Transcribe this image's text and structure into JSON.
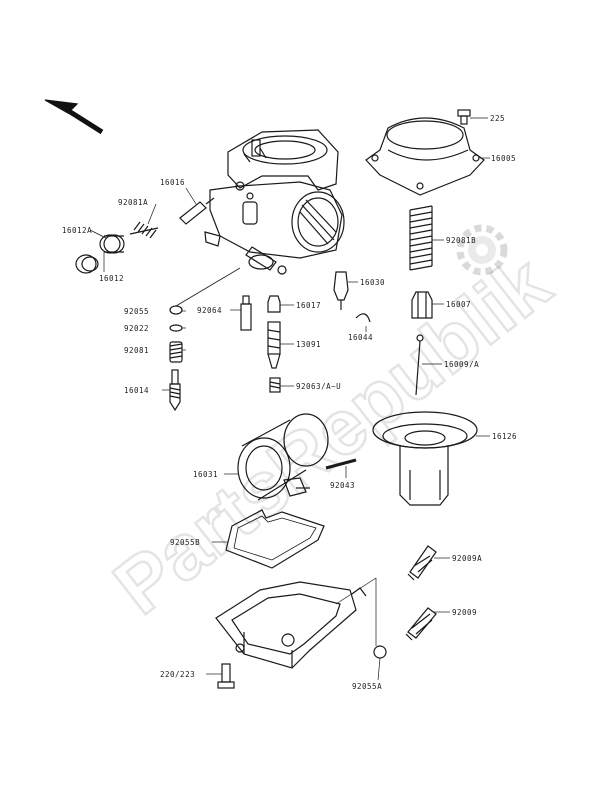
{
  "diagram": {
    "watermark": "PartsRepublik",
    "part_numbers": {
      "p225": "225",
      "p16005": "16005",
      "p16016": "16016",
      "p92081A": "92081A",
      "p16012A": "16012A",
      "p16012": "16012",
      "p92081B": "92081B",
      "p92055": "92055",
      "p92064": "92064",
      "p16017": "16017",
      "p16030": "16030",
      "p16007": "16007",
      "p92022": "92022",
      "p16044": "16044",
      "p13091": "13091",
      "p92081": "92081",
      "p16009": "16009/A",
      "p16014": "16014",
      "p92063": "92063/A~U",
      "p16126": "16126",
      "p16031": "16031",
      "p92043": "92043",
      "p92055B": "92055B",
      "p92009A": "92009A",
      "p92009": "92009",
      "p220": "220/223",
      "p92055A": "92055A"
    },
    "icons": [
      "direction-arrow-icon",
      "gear-icon"
    ]
  }
}
